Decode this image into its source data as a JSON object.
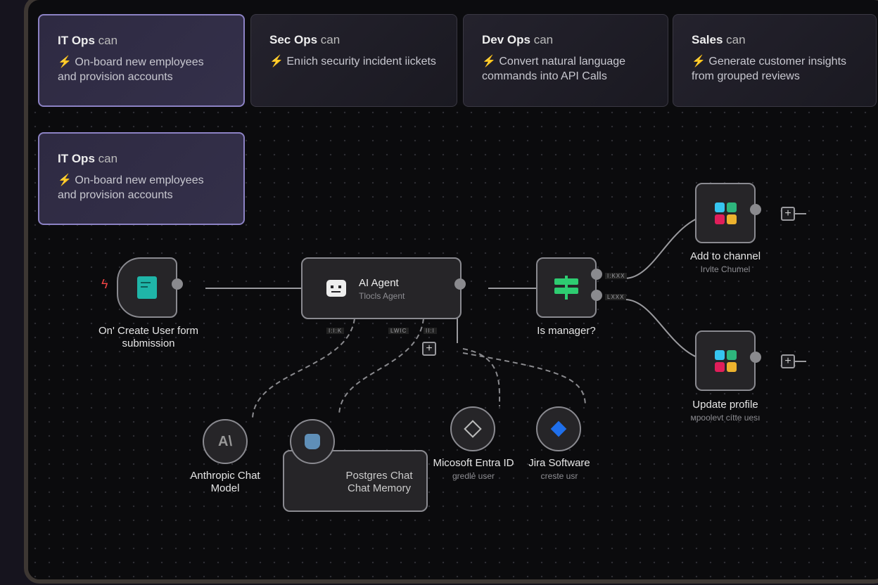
{
  "use_cases": [
    {
      "team": "IT Ops",
      "suffix": "can",
      "description": "On-board new employees and provision accounts",
      "active": true
    },
    {
      "team": "Sec Ops",
      "suffix": "can",
      "description": "Enıich security incident iickets",
      "active": false
    },
    {
      "team": "Dev Ops",
      "suffix": "can",
      "description": "Convert natural language commands into API Calls",
      "active": false
    },
    {
      "team": "Sales",
      "suffix": "can",
      "description": "Generate customer insights from grouped reviews",
      "active": false
    }
  ],
  "floating_card": {
    "team": "IT Ops",
    "suffix": "can",
    "description": "On-board new employees and provision accounts"
  },
  "bolt_icon": "⚡",
  "workflow": {
    "trigger": {
      "label": "On' Create User  form submission",
      "icon": "form-icon",
      "color": "#1fb5a8"
    },
    "agent": {
      "title": "AI Agent",
      "subtitle": "Tlocls Agent",
      "port_labels": [
        "I:I:K",
        "LWIC",
        "II:I"
      ]
    },
    "if_node": {
      "label": "Is manager?",
      "port_labels": [
        "I:KXX",
        "LXXX"
      ],
      "color": "#2ecc71"
    },
    "slack_add": {
      "title": "Add to channel",
      "subtitle": "Irvite Chumel"
    },
    "slack_update": {
      "title": "Update profile",
      "subtitle": "мpoolevt cítte uesı"
    },
    "anthropic": {
      "title": "Anthropic Chat Model",
      "icon_text": "A\\"
    },
    "postgres": {
      "title": "Postgres Chat",
      "subtitle": "Chat Memory"
    },
    "entra": {
      "title": "Micosoft Entra ID",
      "subtitle": "gredlẻ user"
    },
    "jira": {
      "title": "Jira Software",
      "subtitle": "creste usr",
      "color": "#1f6feb"
    },
    "plus": "+"
  }
}
